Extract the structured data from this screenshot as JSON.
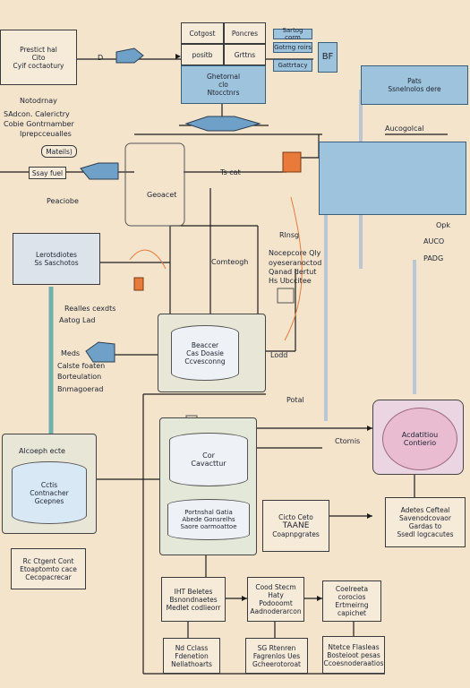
{
  "top_left_box": [
    "Prestict hal",
    "Cito",
    "Cyif coctaotury"
  ],
  "top_center_grid": {
    "cells": [
      "Cotgost",
      "Poncres",
      "positb",
      "Grttns"
    ],
    "blue_lines": [
      "Ghetornal",
      "clo",
      "Ntocctnrs"
    ]
  },
  "top_right_small": [
    "Sartog corm",
    "Gotrng roirs",
    "Gattrtacy"
  ],
  "bf_label": "BF",
  "left_heading": [
    "Notodrnay",
    "SAdcon. Calerictry",
    "Cobie Gontrnamber",
    "Iprepcceualles"
  ],
  "left_row": {
    "a": "Mateils)",
    "b": "Ssay fuel",
    "c": "Peaciobe"
  },
  "right_panel": {
    "title": "Pats",
    "sub": "Ssnelnolos dere"
  },
  "right_label": "Aucogolcal",
  "opk_label": [
    "Opk",
    "AUCO",
    "PADG"
  ],
  "center_small": "Geoacet",
  "orange_label": "Ts cat",
  "mid_left_panel": [
    "Lerotsdiotes",
    "Ss Saschotos"
  ],
  "mid_center_label": "Comteogh",
  "mid_right_label": [
    "Nocepcore Qly",
    "oyeseranoctod",
    "Qanad dertut",
    "Hs Ubccitee"
  ],
  "rlnsg": "Rlnsg",
  "mid_left_text": [
    "Realles cexdts",
    "Aatog Lad"
  ],
  "left_stack": [
    "Meds",
    "Calste foaten",
    "Borteulation",
    "Bnmagoerad"
  ],
  "center_tank": [
    "Beaccer",
    "Cas Doasie",
    "Ccvesconng"
  ],
  "lodd": "Lodd",
  "pota": "Potal",
  "right_oval": [
    "Acdatitiou",
    "Contierio"
  ],
  "ctornis": "Ctornis",
  "left_tank_box": {
    "title": "Alcoeph ecte",
    "tank": [
      "Cctis",
      "Contnacher",
      "Gcepnes"
    ]
  },
  "center_big_tank": {
    "top": [
      "Cor",
      "Cavacttur"
    ],
    "bottom": [
      "Portnshal Gatia",
      "Abede Gonsrelhs",
      "Saore oarmoattoe"
    ]
  },
  "mid_right_box": [
    "Cicto Ceto",
    "TAANE",
    "Coapnpgrates"
  ],
  "far_right_box": [
    "Adetes Cefteal",
    "Savenodcovaor",
    "Gardas to",
    "Ssedl logcacutes"
  ],
  "bottom_left_box": [
    "Rc Ctgent Cont",
    "Etoaptomto cace",
    "Cecopacrecar"
  ],
  "row1": [
    [
      "IHT Beletes",
      "Bsnondnaetes",
      "Medlet codlieorr"
    ],
    [
      "Cood Stecm",
      "Haty",
      "Podooomt",
      "Aadnoderarcon"
    ],
    [
      "Coelreeta",
      "corocios",
      "Ertmeirng capichet"
    ]
  ],
  "row2": [
    [
      "Nd Cclass",
      "Fdenetion",
      "Nellathoarts"
    ],
    [
      "SG Rtenren",
      "Fagrenlos Ues",
      "Gcheerotoroat"
    ],
    [
      "Ntetce Flasleas",
      "Bosteioot pesas",
      "Ccoesnoderaatios"
    ]
  ],
  "colors": {
    "background": "#f4e4cc",
    "blue": "#9ec3dc",
    "orange": "#e87a3c",
    "pink": "#e9bcd2",
    "teal": "#6fb1ad"
  }
}
